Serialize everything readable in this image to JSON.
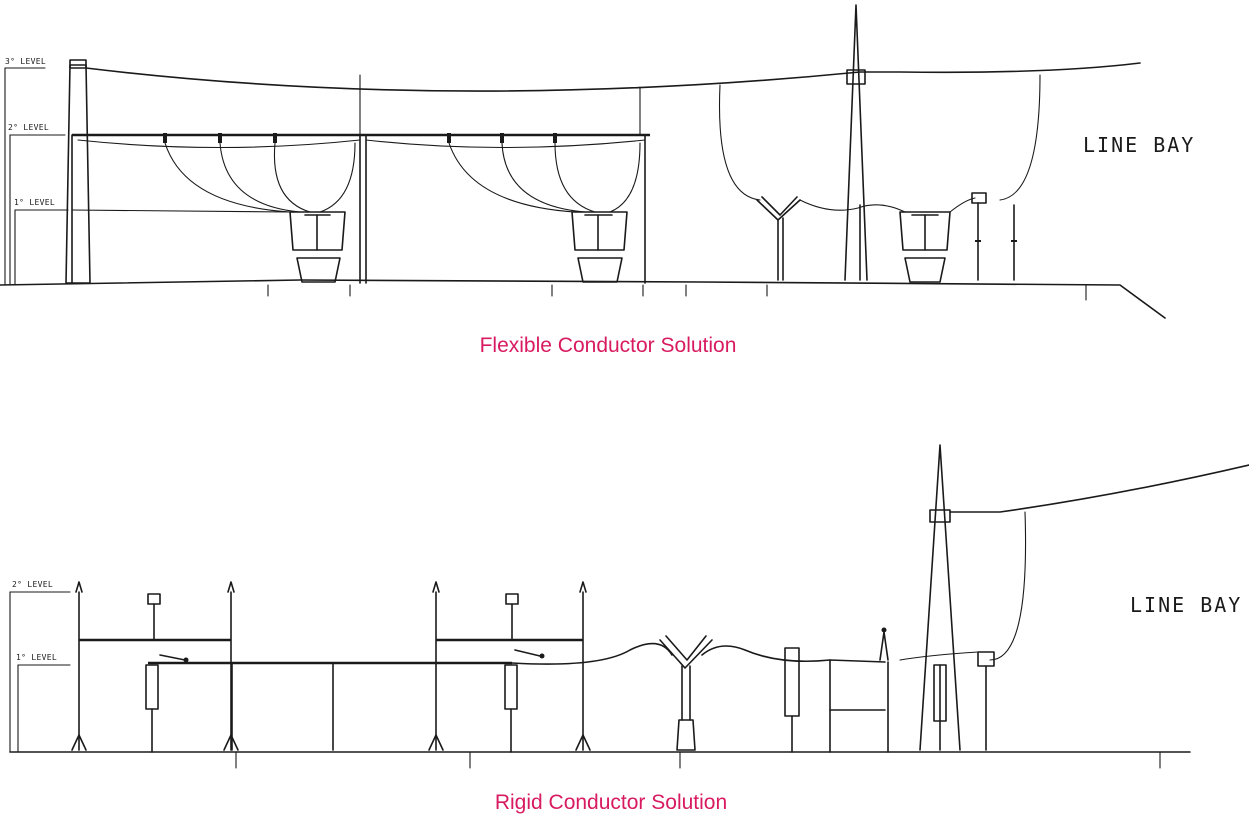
{
  "top": {
    "levels": [
      "3° LEVEL",
      "2° LEVEL",
      "1° LEVEL"
    ],
    "bay_label": "LINE BAY",
    "caption": "Flexible Conductor Solution"
  },
  "bottom": {
    "levels": [
      "2° LEVEL",
      "1° LEVEL"
    ],
    "bay_label": "LINE BAY",
    "caption": "Rigid Conductor Solution"
  },
  "colors": {
    "ink": "#1a1a1a",
    "caption": "#d81b60",
    "background": "#ffffff"
  }
}
